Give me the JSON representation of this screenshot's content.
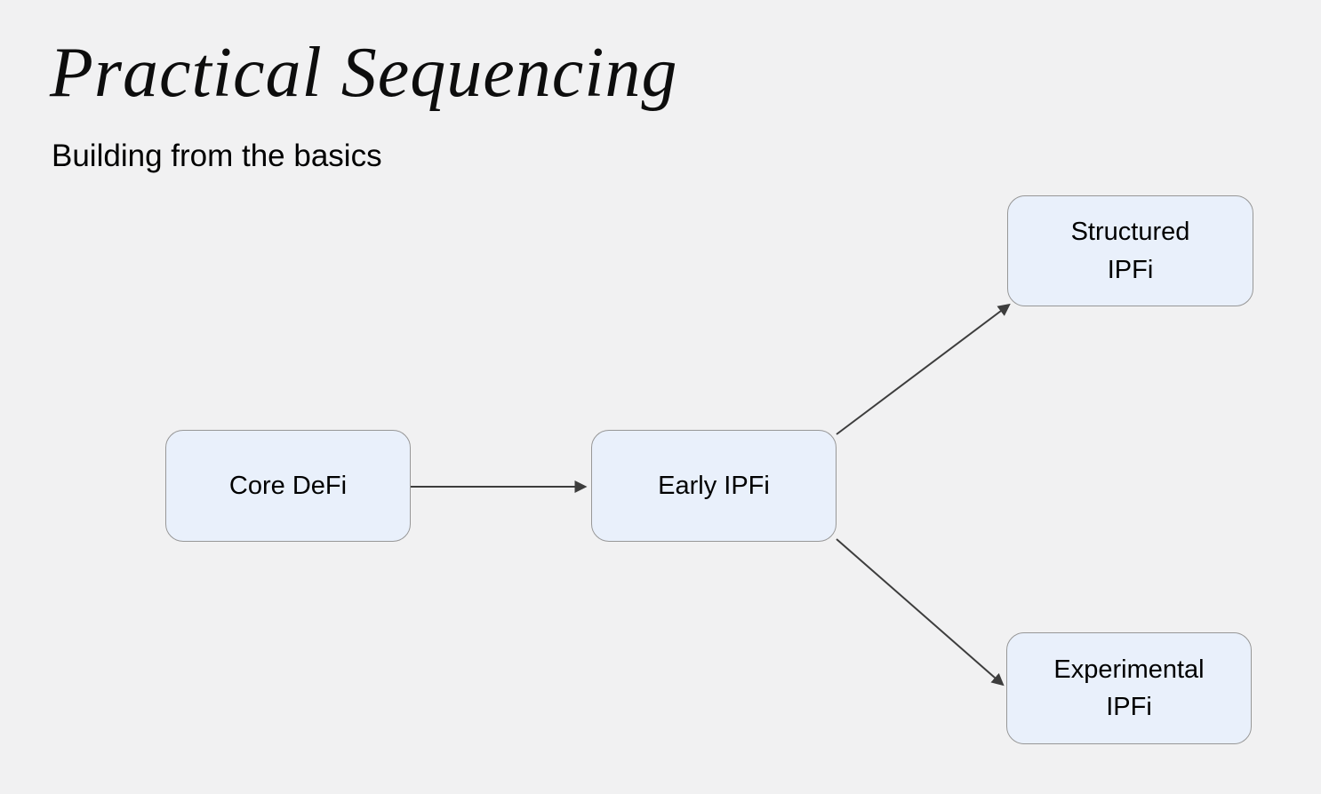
{
  "header": {
    "title": "Practical Sequencing",
    "subtitle": "Building from the basics"
  },
  "diagram": {
    "nodes": [
      {
        "id": "core-defi",
        "label": "Core DeFi"
      },
      {
        "id": "early-ipfi",
        "label": "Early IPFi"
      },
      {
        "id": "structured-ipfi",
        "label": "Structured\nIPFi"
      },
      {
        "id": "experimental-ipfi",
        "label": "Experimental\nIPFi"
      }
    ],
    "edges": [
      {
        "from": "Core DeFi",
        "to": "Early IPFi"
      },
      {
        "from": "Early IPFi",
        "to": "Structured IPFi"
      },
      {
        "from": "Early IPFi",
        "to": "Experimental IPFi"
      }
    ],
    "colors": {
      "background": "#f1f1f2",
      "node_fill": "#e9f0fb",
      "node_border": "#979797",
      "arrow": "#3d3d3d",
      "text": "#000000"
    }
  }
}
